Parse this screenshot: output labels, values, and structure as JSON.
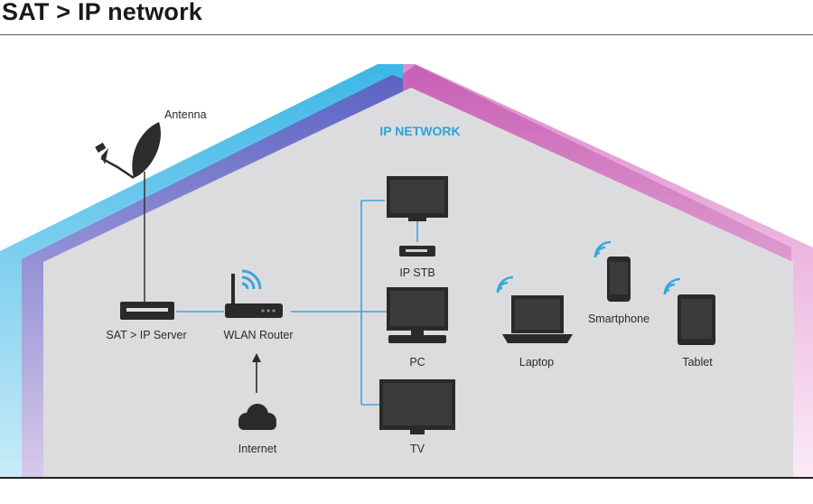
{
  "title": "SAT > IP network",
  "network_label": "IP NETWORK",
  "colors": {
    "wifi": "#39a7dc",
    "link": "#3aa5d8",
    "roof_cyan": "#56c3ea",
    "roof_blue": "#6b6fc8",
    "roof_magenta": "#d472be",
    "house_fill": "#dcdcde",
    "device_dark": "#2a2a2a"
  },
  "devices": {
    "antenna": "Antenna",
    "sat_server": "SAT > IP Server",
    "router": "WLAN Router",
    "internet": "Internet",
    "ip_stb": "IP STB",
    "pc": "PC",
    "tv": "TV",
    "laptop": "Laptop",
    "smartphone": "Smartphone",
    "tablet": "Tablet"
  }
}
